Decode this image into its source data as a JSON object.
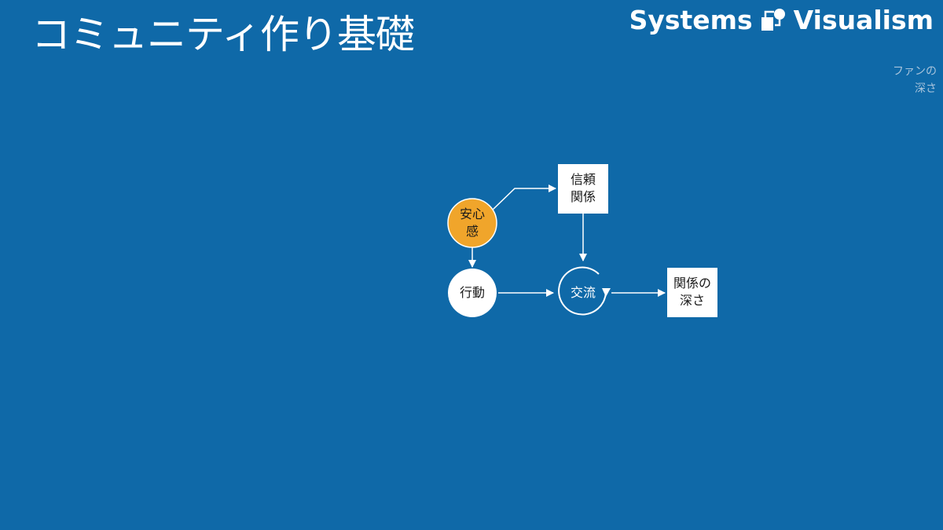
{
  "title": "コミュニティ作り基礎",
  "brand": {
    "left": "Systems",
    "right": "Visualism"
  },
  "corner_note": {
    "line1": "ファンの",
    "line2": "深さ"
  },
  "colors": {
    "background": "#0f69a8",
    "safety_fill": "#f0a52b",
    "node_fill": "#ffffff",
    "edge": "#ffffff"
  },
  "diagram": {
    "nodes": {
      "safety": {
        "line1": "安心",
        "line2": "感",
        "shape": "circle"
      },
      "trust": {
        "line1": "信頼",
        "line2": "関係",
        "shape": "box"
      },
      "action": {
        "line1": "行動",
        "shape": "circle"
      },
      "exchange": {
        "line1": "交流",
        "shape": "loop"
      },
      "depth": {
        "line1": "関係の",
        "line2": "深さ",
        "shape": "box"
      }
    },
    "edges": [
      {
        "from": "safety",
        "to": "trust"
      },
      {
        "from": "safety",
        "to": "action"
      },
      {
        "from": "trust",
        "to": "exchange"
      },
      {
        "from": "action",
        "to": "exchange"
      },
      {
        "from": "exchange",
        "to": "depth"
      }
    ]
  }
}
